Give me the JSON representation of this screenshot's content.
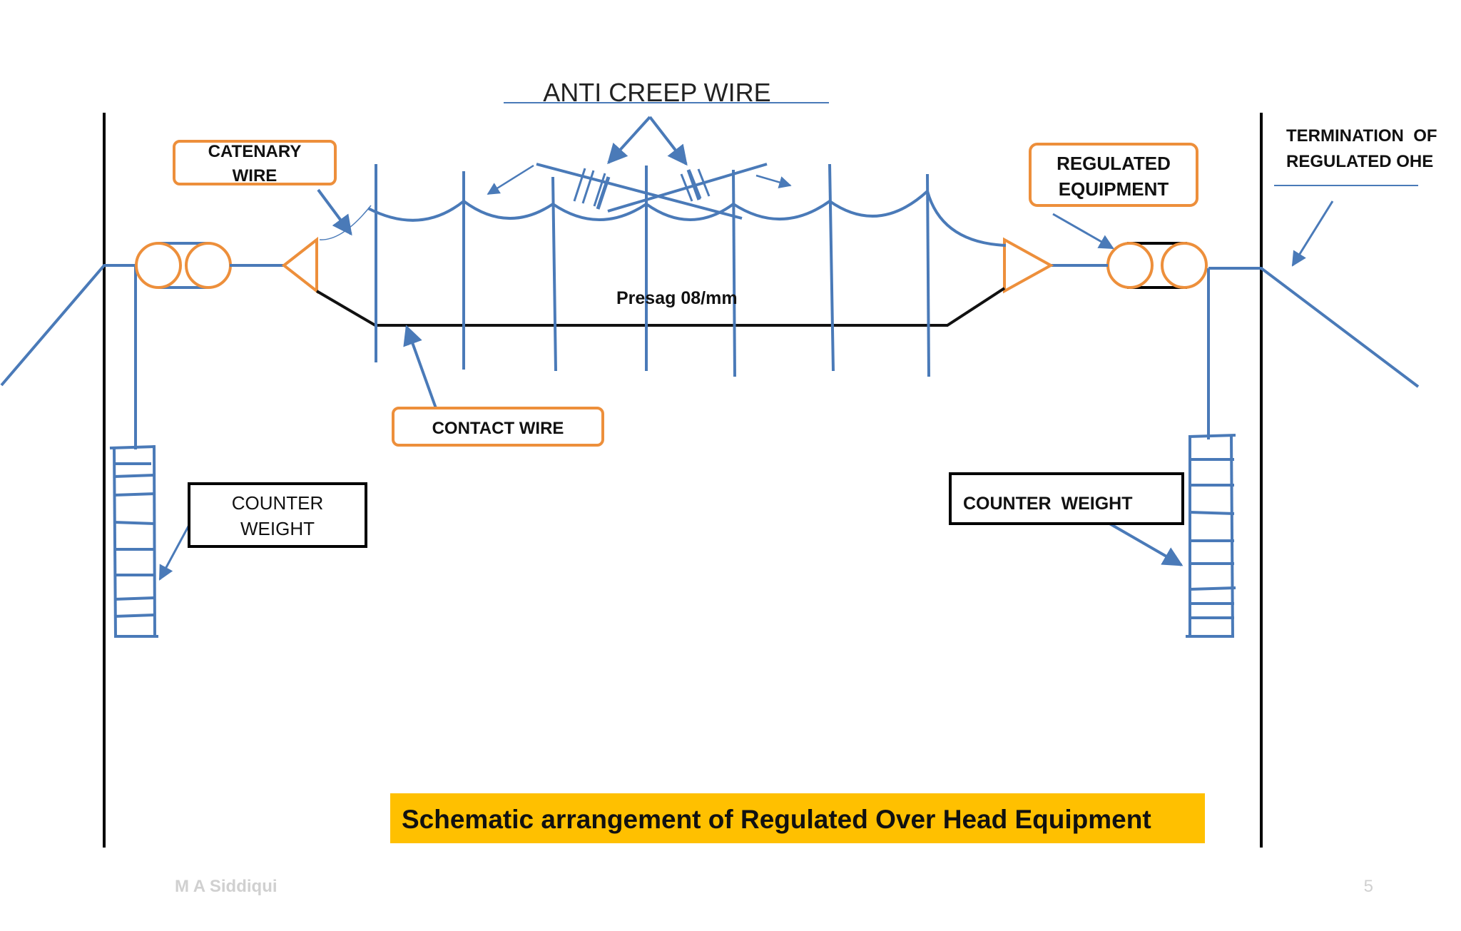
{
  "labels": {
    "anti_creep_wire": "ANTI CREEP WIRE",
    "catenary_wire": [
      "CATENARY",
      "WIRE"
    ],
    "regulated_equipment": [
      "REGULATED",
      "EQUIPMENT"
    ],
    "termination": [
      "TERMINATION  OF",
      "REGULATED OHE"
    ],
    "contact_wire": "CONTACT WIRE",
    "presag": "Presag 08/mm",
    "counter_weight_left": [
      "COUNTER",
      "WEIGHT"
    ],
    "counter_weight_right": "COUNTER  WEIGHT",
    "caption": "Schematic arrangement of Regulated Over Head Equipment",
    "author": "M A Siddiqui",
    "page_number": "5"
  },
  "colors": {
    "wire_blue": "#4a7ab8",
    "equipment_orange": "#ed8f3b",
    "contact_wire_black": "#111111",
    "caption_background": "#ffc000",
    "footer_gray": "#d0d0d0"
  }
}
